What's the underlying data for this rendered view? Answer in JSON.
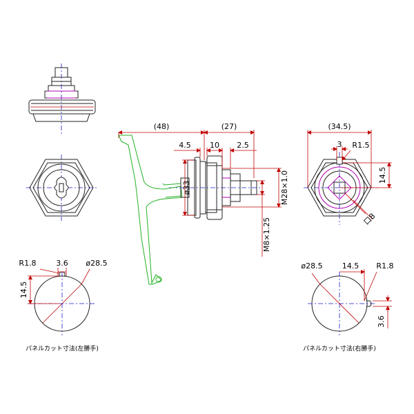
{
  "dimensions": {
    "handle_length": "(48)",
    "body_length": "(27)",
    "front_width": "(34.5)",
    "seg_4_5": "4.5",
    "seg_10": "10",
    "seg_2_5": "2.5",
    "dia_33": "ø33",
    "thread_m28": "M28×1.0",
    "thread_m8": "M8×1.25",
    "key_3": "3",
    "key_r1_5": "R1.5",
    "key_14_5": "14.5",
    "key_square": "口8"
  },
  "panel_cut_left": {
    "r": "R1.8",
    "w": "3.6",
    "dia": "ø28.5",
    "h": "14.5",
    "caption": "パネルカット寸法(左勝手)"
  },
  "panel_cut_right": {
    "r": "R1.8",
    "w": "14.5",
    "dia": "ø28.5",
    "h": "3.6",
    "caption": "パネルカット寸法(右勝手)"
  },
  "colors": {
    "outline": "#222222",
    "dimension": "#c00000",
    "centerline": "#1a1ad0",
    "handle": "#22b022",
    "detail": "#b000b0"
  }
}
